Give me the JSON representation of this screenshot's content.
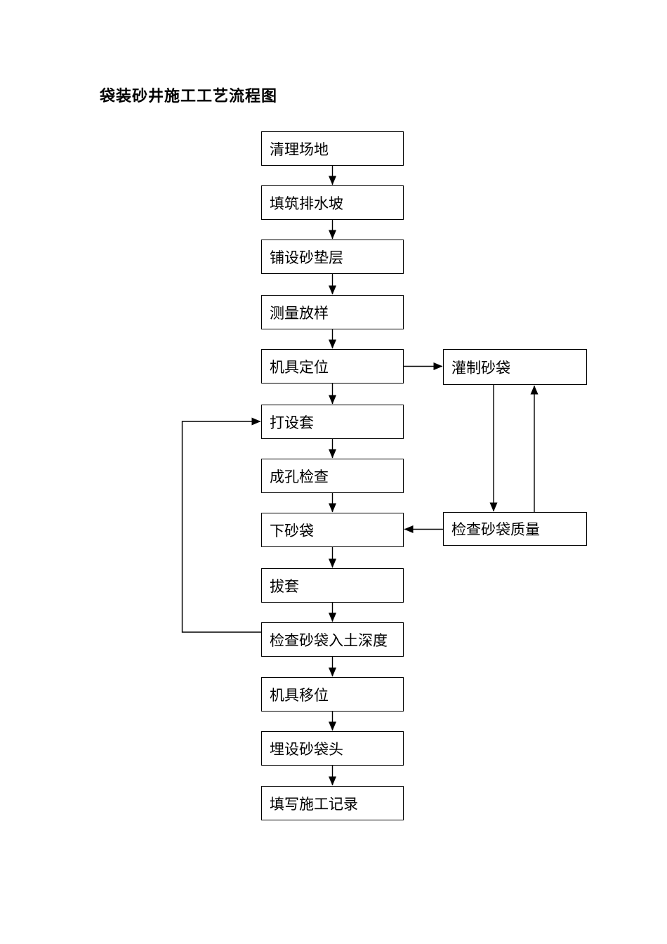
{
  "page": {
    "title": "袋装砂井施工工艺流程图",
    "background_color": "#ffffff"
  },
  "flowchart": {
    "line_color": "#000000",
    "text_color": "#000000",
    "box_fill": "#ffffff",
    "main_steps": [
      "清理场地",
      "填筑排水坡",
      "铺设砂垫层",
      "测量放样",
      "机具定位",
      "打设套",
      "成孔检查",
      "下砂袋",
      "拔套",
      "检查砂袋入土深度",
      "机具移位",
      "埋设砂袋头",
      "填写施工记录"
    ],
    "side_steps": [
      "灌制砂袋",
      "检查砂袋质量"
    ]
  }
}
